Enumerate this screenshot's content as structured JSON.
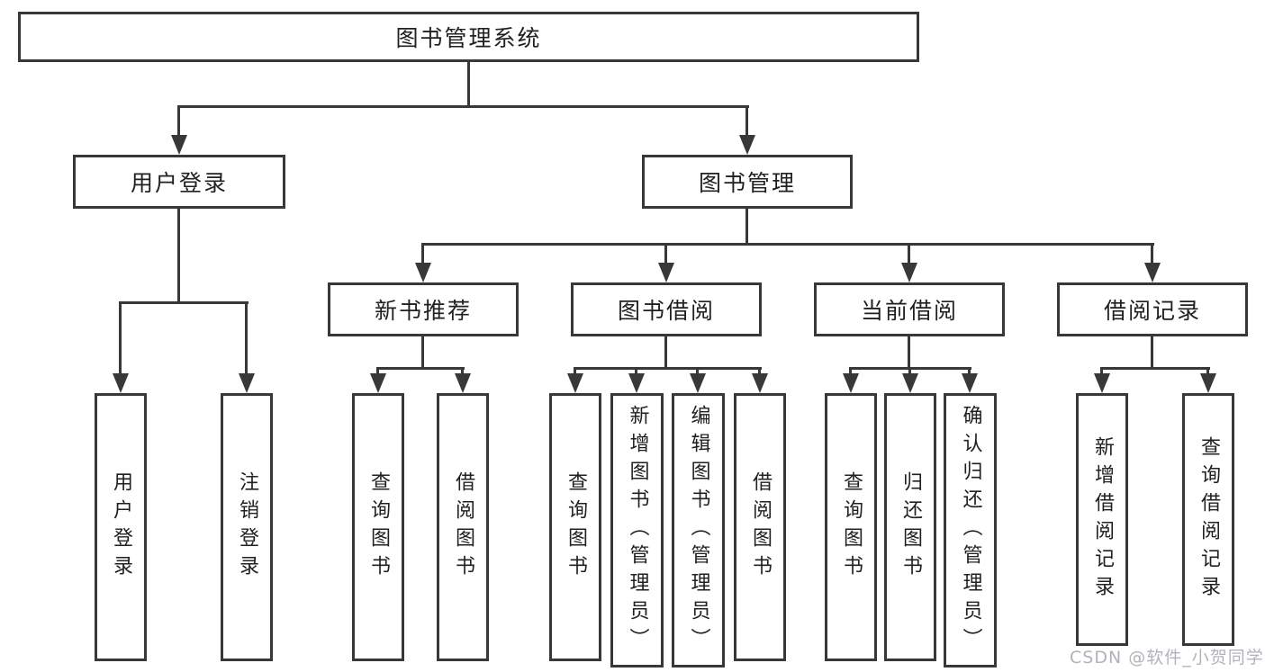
{
  "colors": {
    "line": "#383838",
    "text": "#212121",
    "watermark": "#b3b2ba",
    "background": "#ffffff"
  },
  "watermark": "CSDN @软件_小贺同学",
  "tree": {
    "root": {
      "label": "图书管理系统"
    },
    "branches": [
      {
        "label": "用户登录",
        "children": [
          {
            "label": "用户登录"
          },
          {
            "label": "注销登录"
          }
        ]
      },
      {
        "label": "图书管理",
        "children": [
          {
            "label": "新书推荐",
            "children": [
              {
                "label": "查询图书"
              },
              {
                "label": "借阅图书"
              }
            ]
          },
          {
            "label": "图书借阅",
            "children": [
              {
                "label": "查询图书"
              },
              {
                "label": "新增图书（管理员）"
              },
              {
                "label": "编辑图书（管理员）"
              },
              {
                "label": "借阅图书"
              }
            ]
          },
          {
            "label": "当前借阅",
            "children": [
              {
                "label": "查询图书"
              },
              {
                "label": "归还图书"
              },
              {
                "label": "确认归还（管理员）"
              }
            ]
          },
          {
            "label": "借阅记录",
            "children": [
              {
                "label": "新增借阅记录"
              },
              {
                "label": "查询借阅记录"
              }
            ]
          }
        ]
      }
    ]
  }
}
